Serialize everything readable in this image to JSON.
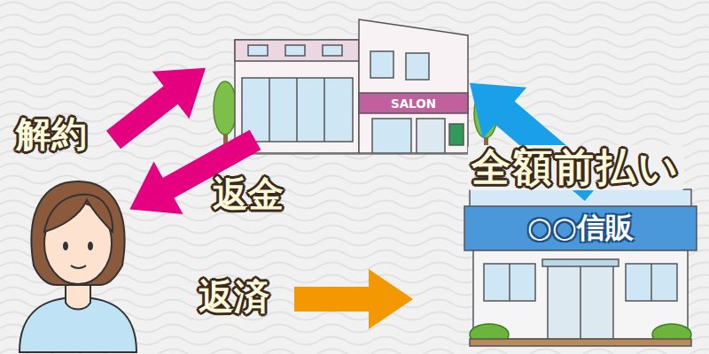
{
  "diagram": {
    "nodes": [
      {
        "text": [
          "SALON"
        ]
      },
      {
        "text": [
          "○○信販"
        ]
      }
    ],
    "edges": [
      {
        "from": 1,
        "to": 0,
        "arrow": "to",
        "label": "全額前払い"
      }
    ],
    "labels": [
      "解約",
      "返金",
      "返済"
    ]
  }
}
